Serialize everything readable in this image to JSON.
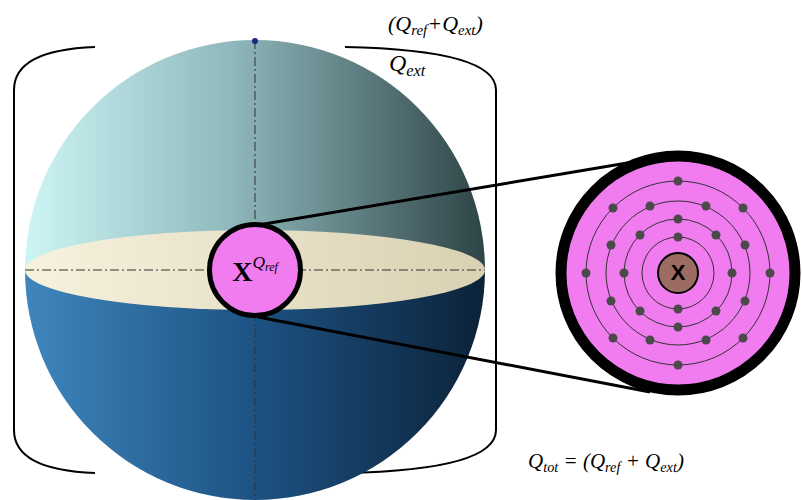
{
  "diagram": {
    "nodes": [
      {
        "text": [
          "XQref"
        ]
      },
      {
        "text": [
          "X"
        ]
      }
    ],
    "labels": [
      "(Qref+Qext)",
      "Qext",
      "Qtot = (Qref + Qext)"
    ]
  }
}
